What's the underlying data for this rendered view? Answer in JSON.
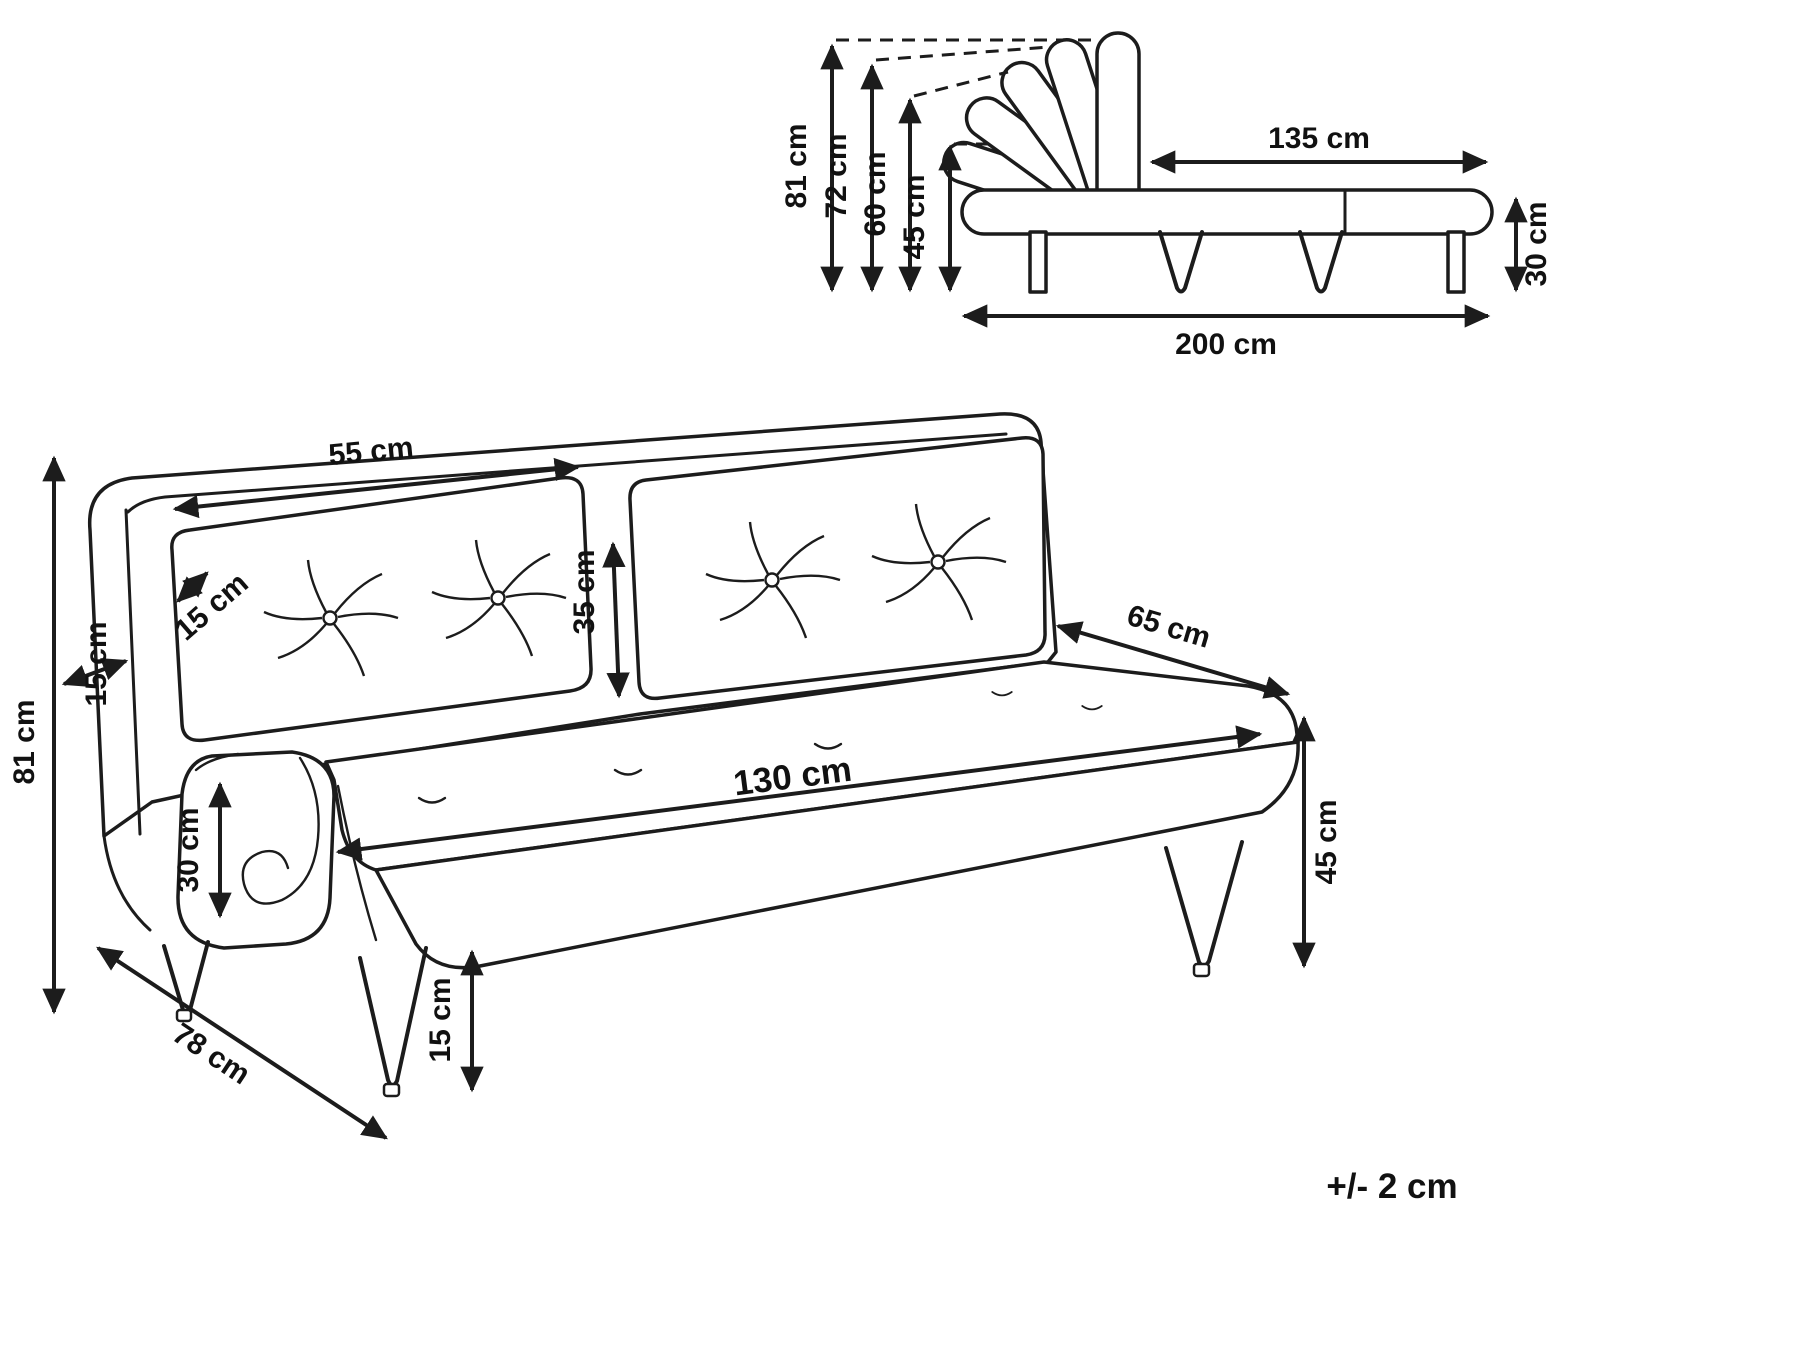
{
  "front_view": {
    "dimensions": {
      "overall_height": "81 cm",
      "backrest_thickness": "15 cm",
      "cushion_thickness": "15 cm",
      "cushion_width": "55 cm",
      "cushion_height": "35 cm",
      "seat_depth": "65 cm",
      "seat_width": "130 cm",
      "seat_height": "45 cm",
      "armrest_roll_height": "30 cm",
      "leg_height": "15 cm",
      "overall_depth": "78 cm"
    }
  },
  "side_view": {
    "dimensions": {
      "backrest_position_high": "81 cm",
      "backrest_position_mid": "72 cm",
      "backrest_position_low": "60 cm",
      "backrest_position_flat": "45 cm",
      "bed_section_length": "135 cm",
      "base_height": "30 cm",
      "overall_length": "200 cm"
    }
  },
  "tolerance_note": "+/- 2 cm"
}
